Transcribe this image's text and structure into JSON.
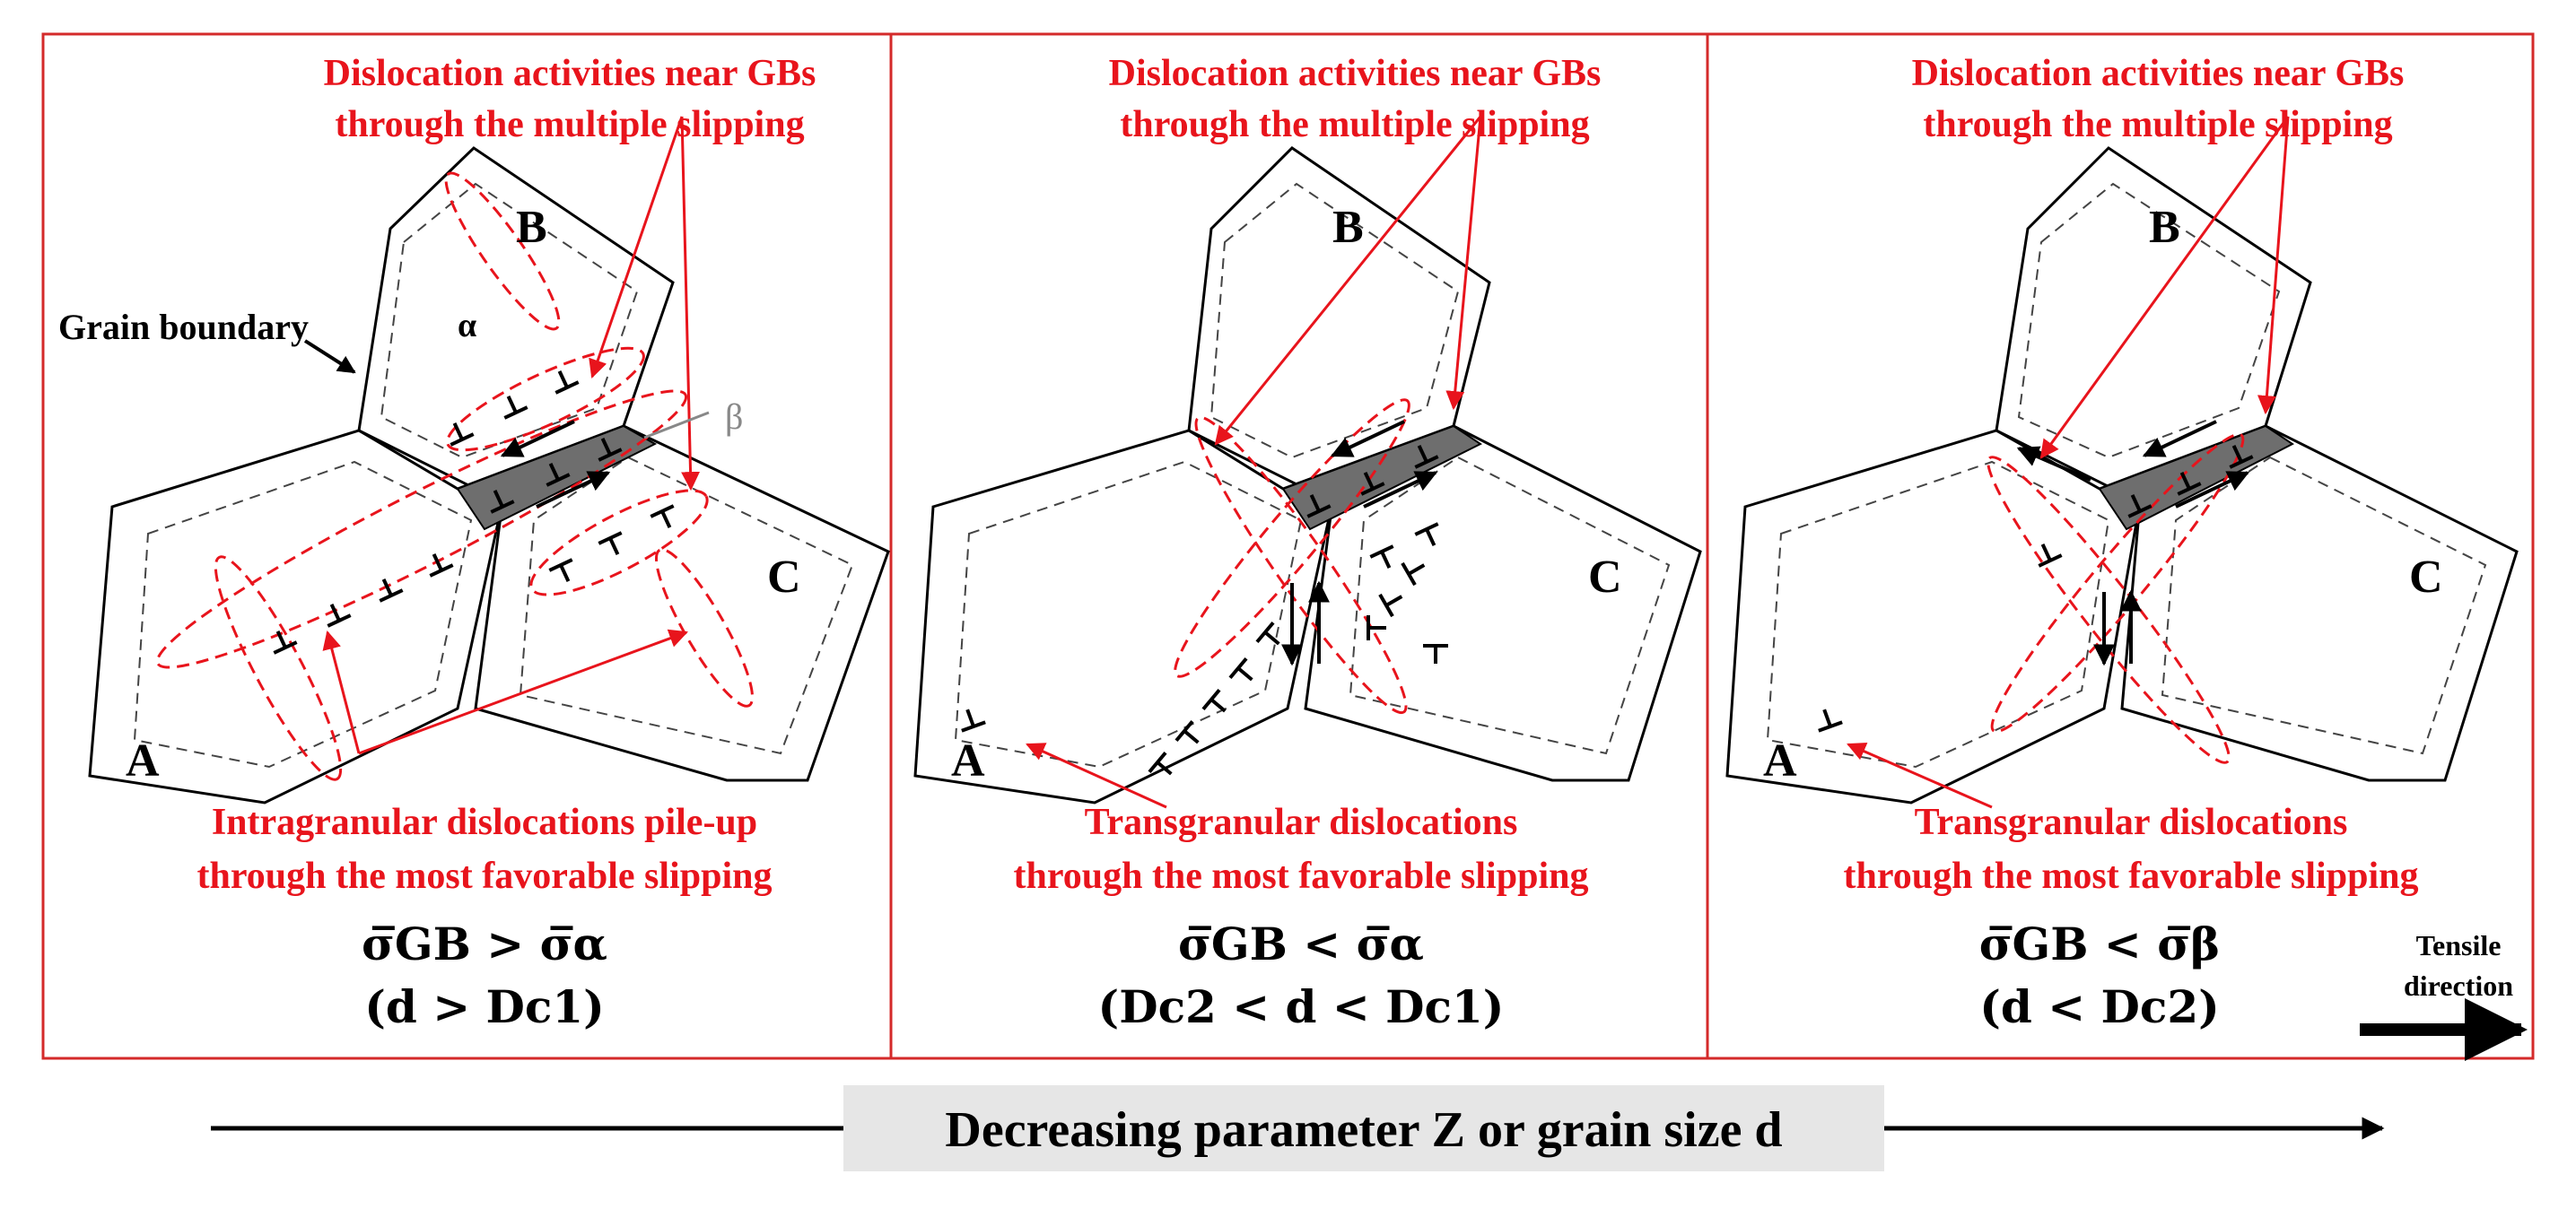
{
  "panels": [
    {
      "top_note": [
        "Dislocation activities near GBs",
        "through the multiple slipping"
      ],
      "bottom_note": [
        "Intragranular dislocations pile-up",
        "through the most favorable slipping"
      ],
      "relation": "σ̅GB > σ̅α",
      "condition": "(d > Dc1)",
      "grain_labels": [
        "A",
        "B",
        "C"
      ],
      "extra_labels": {
        "grain_boundary": "Grain boundary",
        "alpha": "α",
        "beta": "β"
      }
    },
    {
      "top_note": [
        "Dislocation activities near GBs",
        "through the multiple slipping"
      ],
      "bottom_note": [
        "Transgranular dislocations",
        "through the most favorable slipping"
      ],
      "relation": "σ̅GB < σ̅α",
      "condition": "(Dc2 < d < Dc1)",
      "grain_labels": [
        "A",
        "B",
        "C"
      ]
    },
    {
      "top_note": [
        "Dislocation activities near GBs",
        "through the multiple slipping"
      ],
      "bottom_note": [
        "Transgranular dislocations",
        "through the most favorable slipping"
      ],
      "relation": "σ̅GB < σ̅β",
      "condition": "(d < Dc2)",
      "grain_labels": [
        "A",
        "B",
        "C"
      ],
      "tensile": [
        "Tensile",
        "direction"
      ]
    }
  ],
  "bottom_axis": {
    "label": "Decreasing parameter Z or grain size d"
  },
  "colors": {
    "annotation": "#e8141c",
    "frame": "#d42a2a",
    "gb_fill": "#6e6e6e",
    "label_box": "#e6e6e6"
  }
}
